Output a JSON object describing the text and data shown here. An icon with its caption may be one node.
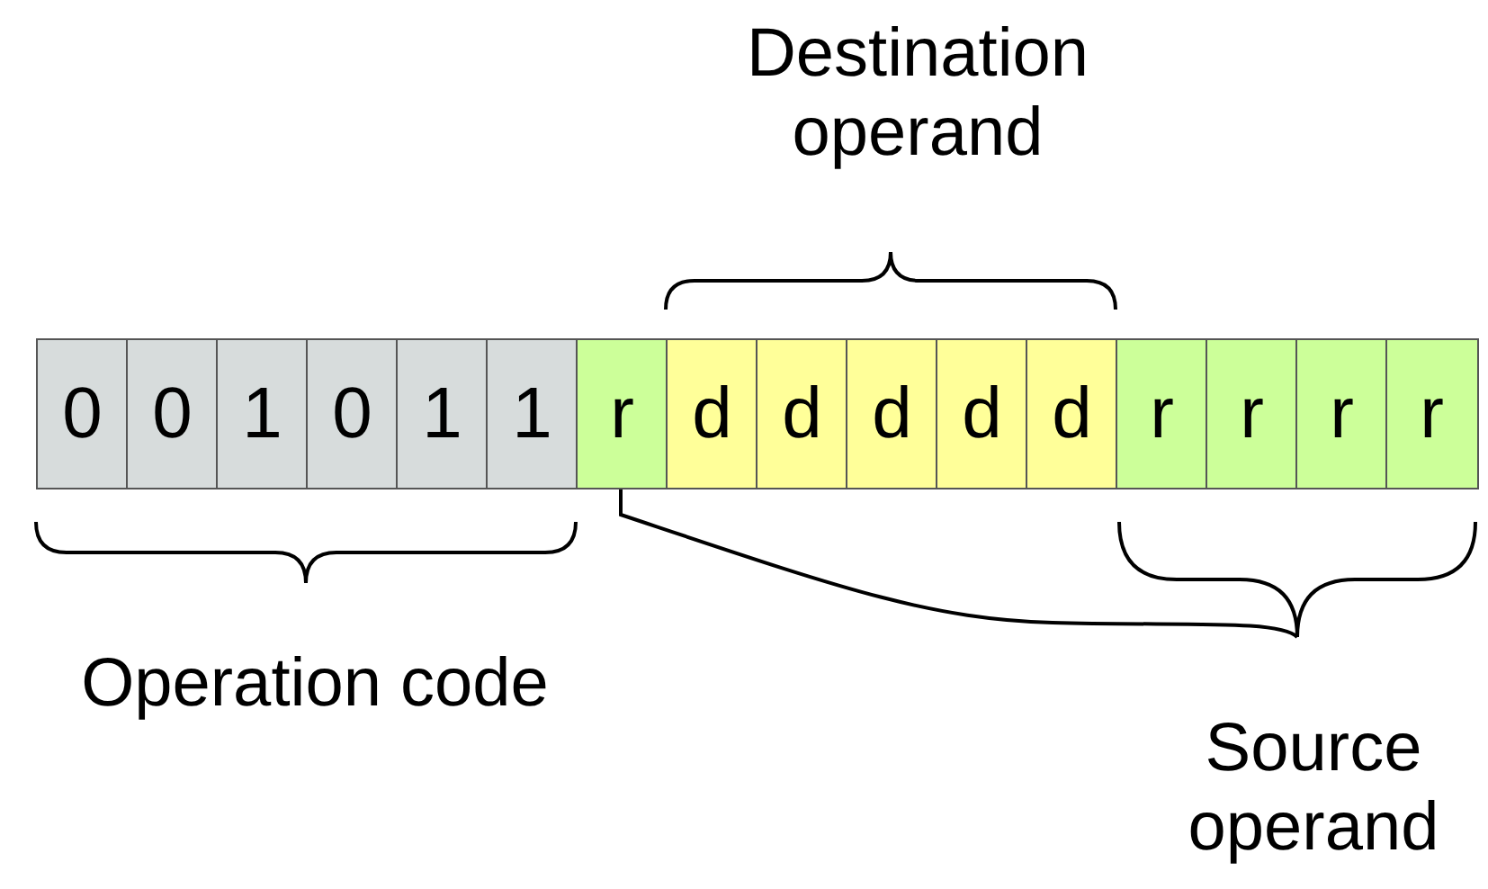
{
  "diagram": {
    "nodes": [
      {
        "text": [
          "0"
        ]
      },
      {
        "text": [
          "0"
        ]
      },
      {
        "text": [
          "1"
        ]
      },
      {
        "text": [
          "0"
        ]
      },
      {
        "text": [
          "1"
        ]
      },
      {
        "text": [
          "1"
        ]
      },
      {
        "text": [
          "r"
        ]
      },
      {
        "text": [
          "d"
        ]
      },
      {
        "text": [
          "d"
        ]
      },
      {
        "text": [
          "d"
        ]
      },
      {
        "text": [
          "d"
        ]
      },
      {
        "text": [
          "d"
        ]
      },
      {
        "text": [
          "r"
        ]
      },
      {
        "text": [
          "r"
        ]
      },
      {
        "text": [
          "r"
        ]
      },
      {
        "text": [
          "r"
        ]
      },
      {
        "text": [],
        "shape": "brace"
      }
    ],
    "edges": [
      {
        "from": 6,
        "to": 16,
        "arrow": "none"
      }
    ],
    "labels": [
      "Destination operand",
      "Operation code",
      "Source operand"
    ]
  }
}
